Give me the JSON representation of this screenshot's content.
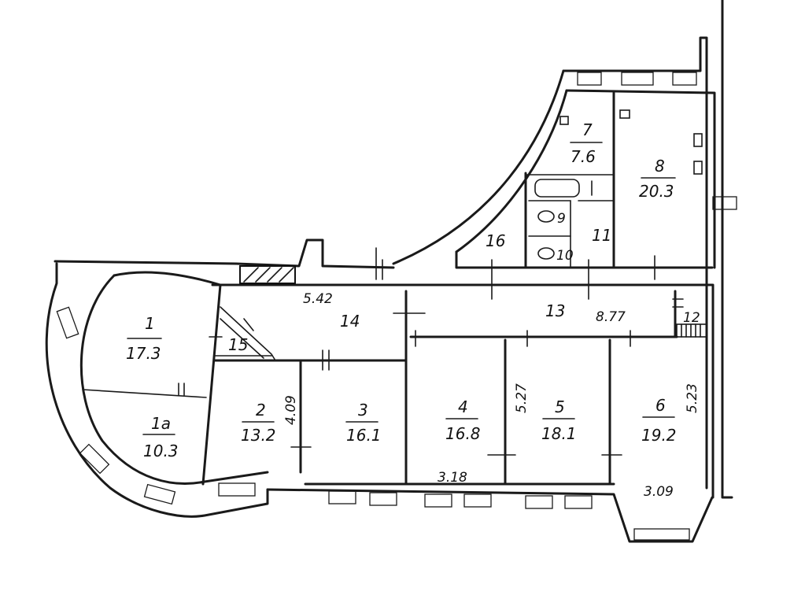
{
  "floor_plan": {
    "rooms": [
      {
        "id": "room-1",
        "number": "1",
        "area": "17.3"
      },
      {
        "id": "room-1a",
        "number": "1a",
        "area": "10.3"
      },
      {
        "id": "room-2",
        "number": "2",
        "area": "13.2"
      },
      {
        "id": "room-3",
        "number": "3",
        "area": "16.1"
      },
      {
        "id": "room-4",
        "number": "4",
        "area": "16.8"
      },
      {
        "id": "room-5",
        "number": "5",
        "area": "18.1"
      },
      {
        "id": "room-6",
        "number": "6",
        "area": "19.2"
      },
      {
        "id": "room-7",
        "number": "7",
        "area": "7.6"
      },
      {
        "id": "room-8",
        "number": "8",
        "area": "20.3"
      },
      {
        "id": "room-9",
        "number": "9"
      },
      {
        "id": "room-10",
        "number": "10"
      },
      {
        "id": "room-11",
        "number": "11"
      },
      {
        "id": "room-12",
        "number": "12"
      },
      {
        "id": "room-13",
        "number": "13"
      },
      {
        "id": "room-14",
        "number": "14"
      },
      {
        "id": "room-15",
        "number": "15"
      },
      {
        "id": "room-16",
        "number": "16"
      }
    ],
    "dimensions": [
      "5.42",
      "8.77",
      "4.09",
      "5.27",
      "5.23",
      "3.18",
      "3.09"
    ]
  }
}
